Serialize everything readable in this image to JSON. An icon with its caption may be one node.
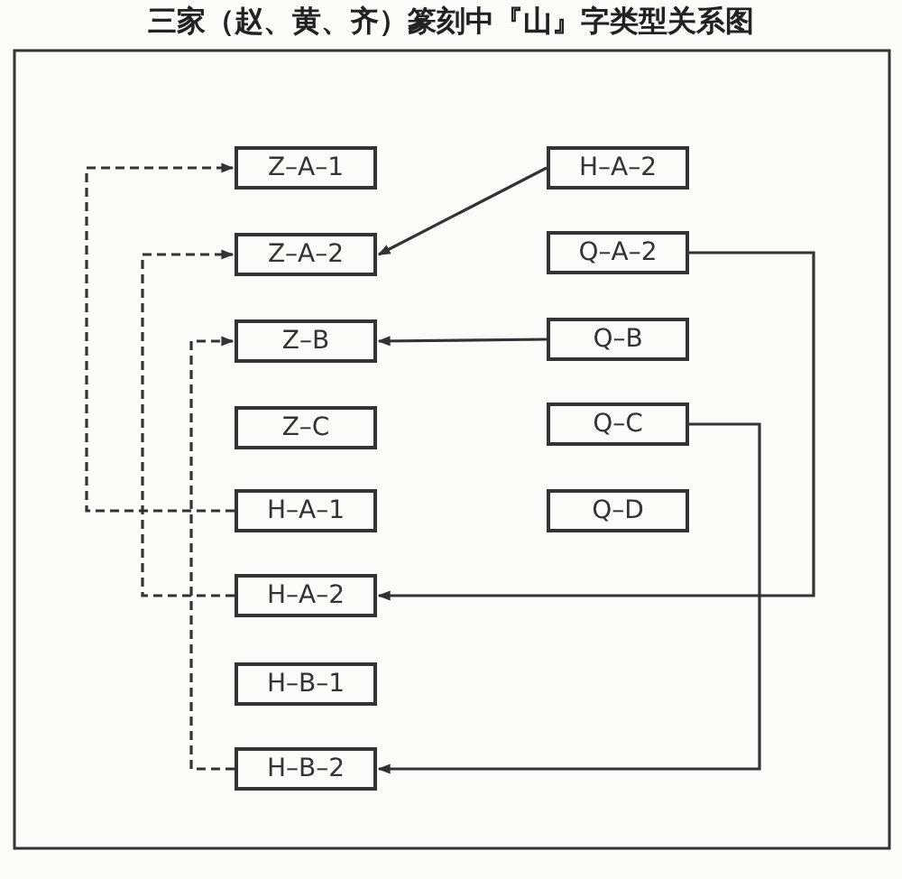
{
  "diagram": {
    "title": "三家（赵、黄、齐）篆刻中『山』字类型关系图",
    "nodes": [
      {
        "text": [
          "Z–A–1"
        ]
      },
      {
        "text": [
          "H–A–2"
        ]
      },
      {
        "text": [
          "Z–A–2"
        ]
      },
      {
        "text": [
          "Q–A–2"
        ]
      },
      {
        "text": [
          "Z–B"
        ]
      },
      {
        "text": [
          "Q–B"
        ]
      },
      {
        "text": [
          "Z–C"
        ]
      },
      {
        "text": [
          "Q–C"
        ]
      },
      {
        "text": [
          "H–A–1"
        ]
      },
      {
        "text": [
          "Q–D"
        ]
      },
      {
        "text": [
          "H–A–2"
        ]
      },
      {
        "text": [
          "H–B–1"
        ]
      },
      {
        "text": [
          "H–B–2"
        ]
      }
    ],
    "edges": [
      {
        "from": 8,
        "to": 0,
        "arrow": "to",
        "style": "dashed"
      },
      {
        "from": 10,
        "to": 2,
        "arrow": "to",
        "style": "dashed"
      },
      {
        "from": 12,
        "to": 4,
        "arrow": "to",
        "style": "dashed"
      },
      {
        "from": 1,
        "to": 2,
        "arrow": "to"
      },
      {
        "from": 5,
        "to": 4,
        "arrow": "to"
      },
      {
        "from": 3,
        "to": 10,
        "arrow": "to"
      },
      {
        "from": 7,
        "to": 12,
        "arrow": "to"
      }
    ]
  }
}
